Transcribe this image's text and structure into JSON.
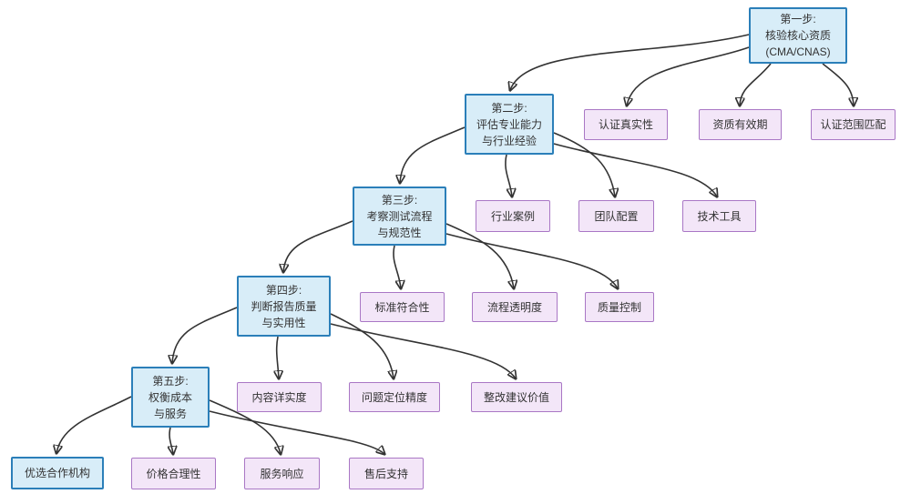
{
  "flowchart": {
    "colors": {
      "step_fill": "#d8edf8",
      "step_border": "#2b7fb9",
      "criteria_fill": "#f3e6f8",
      "criteria_border": "#a977c5",
      "edge": "#333333",
      "text": "#333333",
      "background": "#ffffff"
    },
    "steps": {
      "step1": {
        "lines": [
          "第一步:",
          "核验核心资质",
          "(CMA/CNAS)"
        ]
      },
      "step2": {
        "lines": [
          "第二步:",
          "评估专业能力",
          "与行业经验"
        ]
      },
      "step3": {
        "lines": [
          "第三步:",
          "考察测试流程",
          "与规范性"
        ]
      },
      "step4": {
        "lines": [
          "第四步:",
          "判断报告质量",
          "与实用性"
        ]
      },
      "step5": {
        "lines": [
          "第五步:",
          "权衡成本",
          "与服务"
        ]
      }
    },
    "criteria": {
      "cert_truth": "认证真实性",
      "cert_validity": "资质有效期",
      "cert_scope": "认证范围匹配",
      "industry_cases": "行业案例",
      "team_setup": "团队配置",
      "tech_tools": "技术工具",
      "standard_compliance": "标准符合性",
      "process_transparency": "流程透明度",
      "quality_control": "质量控制",
      "content_detail": "内容详实度",
      "issue_precision": "问题定位精度",
      "remediation_value": "整改建议价值",
      "price_reasonable": "价格合理性",
      "service_response": "服务响应",
      "after_sales": "售后支持"
    },
    "result": {
      "label": "优选合作机构"
    },
    "edges": [
      {
        "from": "step1",
        "to": "step2"
      },
      {
        "from": "step1",
        "to": "cert_truth"
      },
      {
        "from": "step1",
        "to": "cert_validity"
      },
      {
        "from": "step1",
        "to": "cert_scope"
      },
      {
        "from": "step2",
        "to": "step3"
      },
      {
        "from": "step2",
        "to": "industry_cases"
      },
      {
        "from": "step2",
        "to": "team_setup"
      },
      {
        "from": "step2",
        "to": "tech_tools"
      },
      {
        "from": "step3",
        "to": "step4"
      },
      {
        "from": "step3",
        "to": "standard_compliance"
      },
      {
        "from": "step3",
        "to": "process_transparency"
      },
      {
        "from": "step3",
        "to": "quality_control"
      },
      {
        "from": "step4",
        "to": "step5"
      },
      {
        "from": "step4",
        "to": "content_detail"
      },
      {
        "from": "step4",
        "to": "issue_precision"
      },
      {
        "from": "step4",
        "to": "remediation_value"
      },
      {
        "from": "step5",
        "to": "result"
      },
      {
        "from": "step5",
        "to": "price_reasonable"
      },
      {
        "from": "step5",
        "to": "service_response"
      },
      {
        "from": "step5",
        "to": "after_sales"
      }
    ]
  }
}
